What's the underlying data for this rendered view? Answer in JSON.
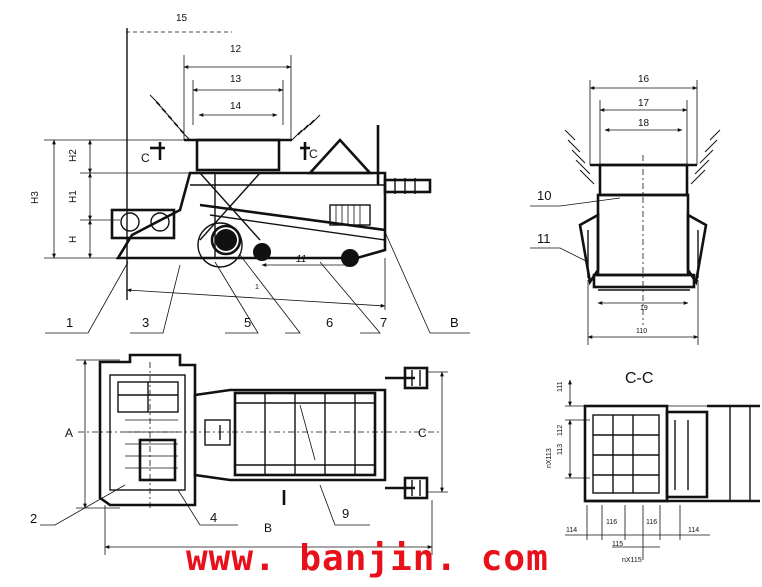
{
  "watermark": {
    "text": "www. banjin. com",
    "color": "#e8101a"
  },
  "side_view": {
    "dims": {
      "d15": "15",
      "d12": "12",
      "d13": "13",
      "d14": "14",
      "dH2": "H2",
      "dH1": "H1",
      "dH3": "H3",
      "dH": "H",
      "d11": "11",
      "d1": "1"
    },
    "section_marks": {
      "c_left": "C",
      "c_right": "C"
    },
    "callouts": [
      "1",
      "3",
      "5",
      "6",
      "7",
      "B"
    ]
  },
  "end_view": {
    "dims": {
      "d16": "16",
      "d17": "17",
      "d18": "18",
      "d19": "19",
      "d110": "110"
    },
    "callouts": [
      "10",
      "11"
    ]
  },
  "plan_view": {
    "dims": {
      "dA": "A",
      "dB": "B",
      "dC": "C"
    },
    "callouts": [
      "2",
      "4",
      "9"
    ]
  },
  "section_cc": {
    "title": "C-C",
    "dims": {
      "d111": "111",
      "d112": "112",
      "d113": "113",
      "dnx113": "nX113",
      "d114l": "114",
      "d116l": "116",
      "d116r": "116",
      "d114r": "114",
      "dnx115": "nX115",
      "d115": "115"
    }
  }
}
